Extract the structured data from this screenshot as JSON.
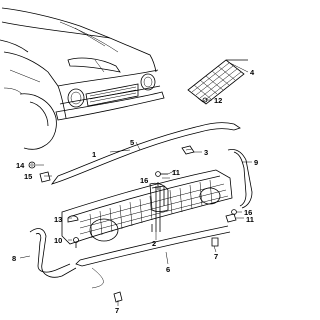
{
  "callouts": {
    "c1": "1",
    "c2": "2",
    "c3": "3",
    "c4": "4",
    "c5": "5",
    "c6": "6",
    "c7": "7",
    "c8": "8",
    "c9": "9",
    "c10": "10",
    "c11a": "11",
    "c11b": "11",
    "c12": "12",
    "c13": "13",
    "c14": "14",
    "c15": "15",
    "c16a": "16",
    "c16b": "16"
  }
}
